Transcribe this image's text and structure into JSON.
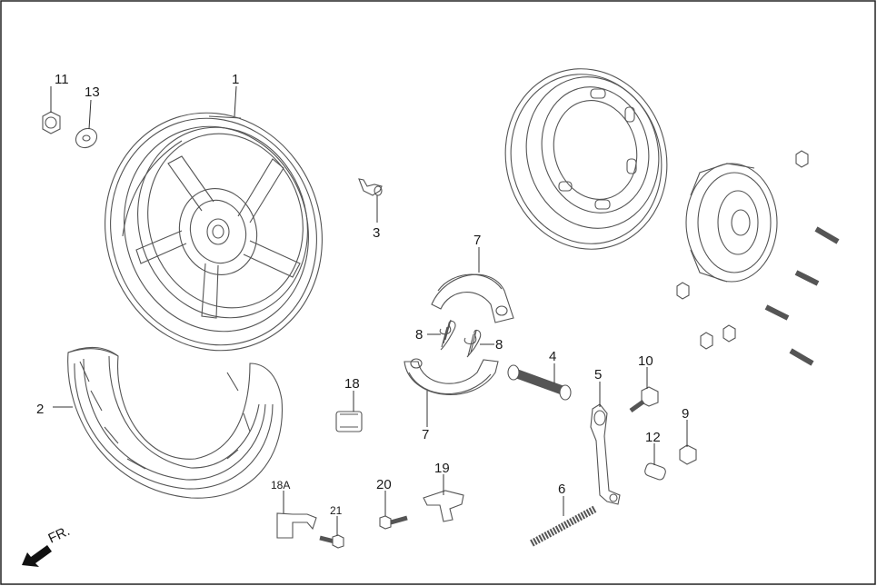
{
  "diagram": {
    "direction_label": "FR.",
    "callouts": [
      {
        "id": "1",
        "label": "1"
      },
      {
        "id": "2",
        "label": "2"
      },
      {
        "id": "3",
        "label": "3"
      },
      {
        "id": "4",
        "label": "4"
      },
      {
        "id": "5",
        "label": "5"
      },
      {
        "id": "6",
        "label": "6"
      },
      {
        "id": "7a",
        "label": "7"
      },
      {
        "id": "7b",
        "label": "7"
      },
      {
        "id": "8a",
        "label": "8"
      },
      {
        "id": "8b",
        "label": "8"
      },
      {
        "id": "9",
        "label": "9"
      },
      {
        "id": "10",
        "label": "10"
      },
      {
        "id": "11",
        "label": "11"
      },
      {
        "id": "12",
        "label": "12"
      },
      {
        "id": "13",
        "label": "13"
      },
      {
        "id": "18",
        "label": "18"
      },
      {
        "id": "18A",
        "label": "18A"
      },
      {
        "id": "19",
        "label": "19"
      },
      {
        "id": "20",
        "label": "20"
      },
      {
        "id": "21",
        "label": "21"
      }
    ]
  }
}
